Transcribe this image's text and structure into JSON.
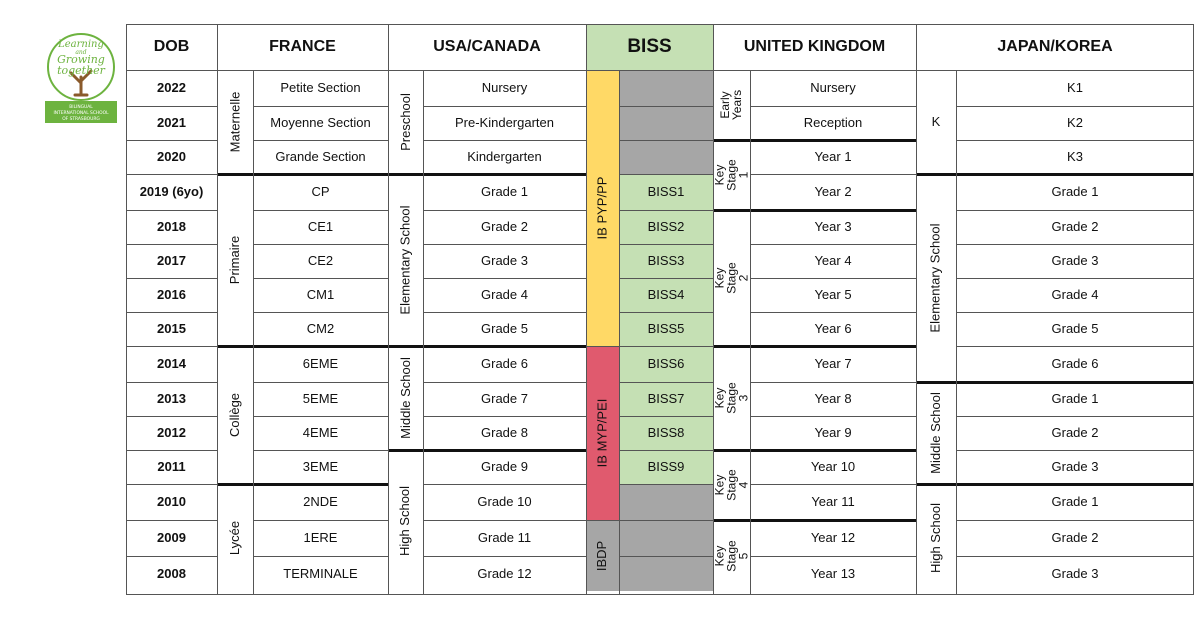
{
  "logo": {
    "motto_line1": "Learning",
    "motto_and": "and",
    "motto_line2": "Growing",
    "motto_line3": "together",
    "caption": [
      "BILINGUAL",
      "INTERNATIONAL SCHOOL",
      "OF STRASBOURG"
    ],
    "colors": {
      "green": "#6db33f",
      "brown": "#8a5a2b"
    }
  },
  "colors": {
    "biss_green": "#c5e0b4",
    "pyp_yellow": "#ffd966",
    "myp_red": "#e05a6e",
    "ibdp_grey": "#a6a6a6",
    "empty_grey": "#a6a6a6"
  },
  "headers": {
    "dob": "DOB",
    "france": "FRANCE",
    "usa": "USA/CANADA",
    "biss": "BISS",
    "uk": "UNITED KINGDOM",
    "japan": "JAPAN/KOREA"
  },
  "dob": [
    "2022",
    "2021",
    "2020",
    "2019 (6yo)",
    "2018",
    "2017",
    "2016",
    "2015",
    "2014",
    "2013",
    "2012",
    "2011",
    "2010",
    "2009",
    "2008"
  ],
  "france": {
    "groups": [
      "Maternelle",
      "Primaire",
      "Collège",
      "Lycée"
    ],
    "classes": [
      "Petite Section",
      "Moyenne Section",
      "Grande Section",
      "CP",
      "CE1",
      "CE2",
      "CM1",
      "CM2",
      "6EME",
      "5EME",
      "4EME",
      "3EME",
      "2NDE",
      "1ERE",
      "TERMINALE"
    ]
  },
  "usa": {
    "groups": [
      "Preschool",
      "Elementary School",
      "Middle School",
      "High School"
    ],
    "classes": [
      "Nursery",
      "Pre-Kindergarten",
      "Kindergarten",
      "Grade 1",
      "Grade 2",
      "Grade 3",
      "Grade 4",
      "Grade 5",
      "Grade 6",
      "Grade 7",
      "Grade 8",
      "Grade 9",
      "Grade 10",
      "Grade 11",
      "Grade 12"
    ]
  },
  "biss": {
    "programmes": [
      "IB PYP/PP",
      "IB MYP/PEI",
      "IBDP"
    ],
    "classes": [
      "",
      "",
      "",
      "BISS1",
      "BISS2",
      "BISS3",
      "BISS4",
      "BISS5",
      "BISS6",
      "BISS7",
      "BISS8",
      "BISS9",
      "",
      "",
      ""
    ]
  },
  "uk": {
    "groups": [
      "Early\nYears",
      "Key Stage\n1",
      "Key Stage\n2",
      "Key Stage\n3",
      "Key Stage\n4",
      "Key Stage\n5"
    ],
    "classes": [
      "Nursery",
      "Reception",
      "Year 1",
      "Year 2",
      "Year 3",
      "Year 4",
      "Year 5",
      "Year 6",
      "Year 7",
      "Year 8",
      "Year 9",
      "Year 10",
      "Year 11",
      "Year 12",
      "Year 13"
    ]
  },
  "japan": {
    "groups": [
      "K",
      "Elementary School",
      "Middle School",
      "High School"
    ],
    "classes": [
      "K1",
      "K2",
      "K3",
      "Grade 1",
      "Grade 2",
      "Grade 3",
      "Grade 4",
      "Grade 5",
      "Grade 6",
      "Grade 1",
      "Grade 2",
      "Grade 3",
      "Grade 1",
      "Grade 2",
      "Grade 3"
    ]
  }
}
